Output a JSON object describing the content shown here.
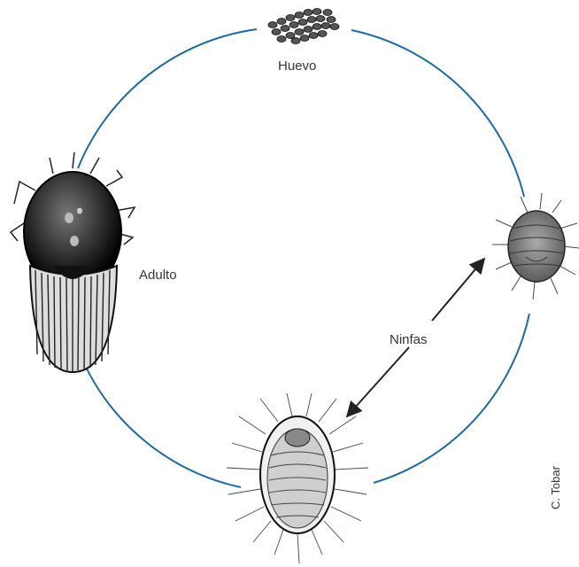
{
  "labels": {
    "huevo": "Huevo",
    "adulto": "Adulto",
    "ninfas": "Ninfas"
  },
  "credit": "C. Tobar",
  "colors": {
    "cycle_line": "#1a6aaa",
    "arrow": "#222222",
    "text": "#333333"
  }
}
